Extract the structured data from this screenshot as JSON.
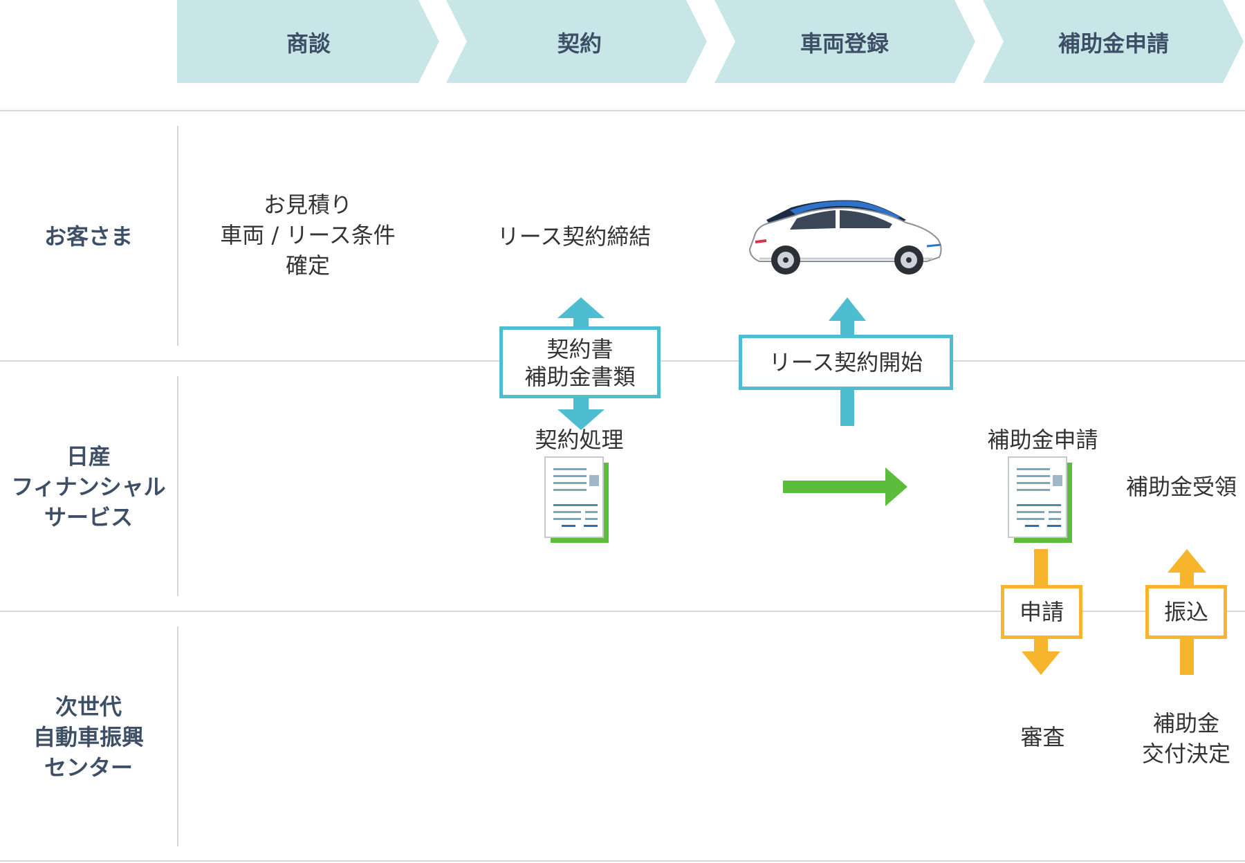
{
  "colors": {
    "header_fill": "#c8e6e8",
    "lane_text": "#3d4f66",
    "teal": "#4fbdd0",
    "green": "#5cbc3c",
    "yellow": "#f6b52c",
    "divider": "#d7d7d7"
  },
  "steps": [
    {
      "label": "商談"
    },
    {
      "label": "契約"
    },
    {
      "label": "車両登録"
    },
    {
      "label": "補助金申請"
    }
  ],
  "lanes": [
    {
      "label": "お客さま"
    },
    {
      "label": "日産\nフィナンシャル\nサービス"
    },
    {
      "label": "次世代\n自動車振興\nセンター"
    }
  ],
  "customer": {
    "estimate": "お見積り\n車両 / リース条件\n確定",
    "lease_contract": "リース契約締結",
    "car_icon": "car-icon"
  },
  "nfs": {
    "contract_processing": "契約処理",
    "subsidy_application": "補助金申請",
    "subsidy_receipt": "補助金受領",
    "document_icon": "document-icon"
  },
  "center": {
    "review": "審査",
    "grant_decision": "補助金\n交付決定"
  },
  "connectors": {
    "contract_docs": "契約書\n補助金書類",
    "lease_start": "リース契約開始",
    "apply": "申請",
    "transfer": "振込"
  }
}
